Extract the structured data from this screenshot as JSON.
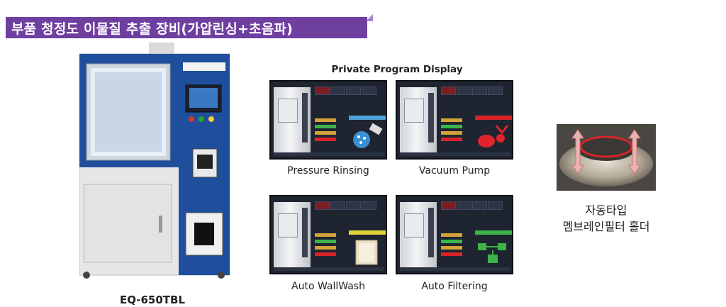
{
  "banner": {
    "title": "부품 청정도 이물질 추출 장비(가압린싱+초음파)"
  },
  "machine": {
    "model": "EQ-650TBL"
  },
  "display": {
    "title": "Private Program Display",
    "screens": [
      {
        "label": "Pressure Rinsing",
        "accent": "#4ea3d9"
      },
      {
        "label": "Vacuum Pump",
        "accent": "#d8232a"
      },
      {
        "label": "Auto WallWash",
        "accent": "#e2d23a"
      },
      {
        "label": "Auto Filtering",
        "accent": "#3cb44a"
      }
    ]
  },
  "holder": {
    "line1": "자동타입",
    "line2": "멤브레인필터 홀더"
  },
  "colors": {
    "banner": "#6f3fa0",
    "machine_blue": "#1f4f9c"
  }
}
